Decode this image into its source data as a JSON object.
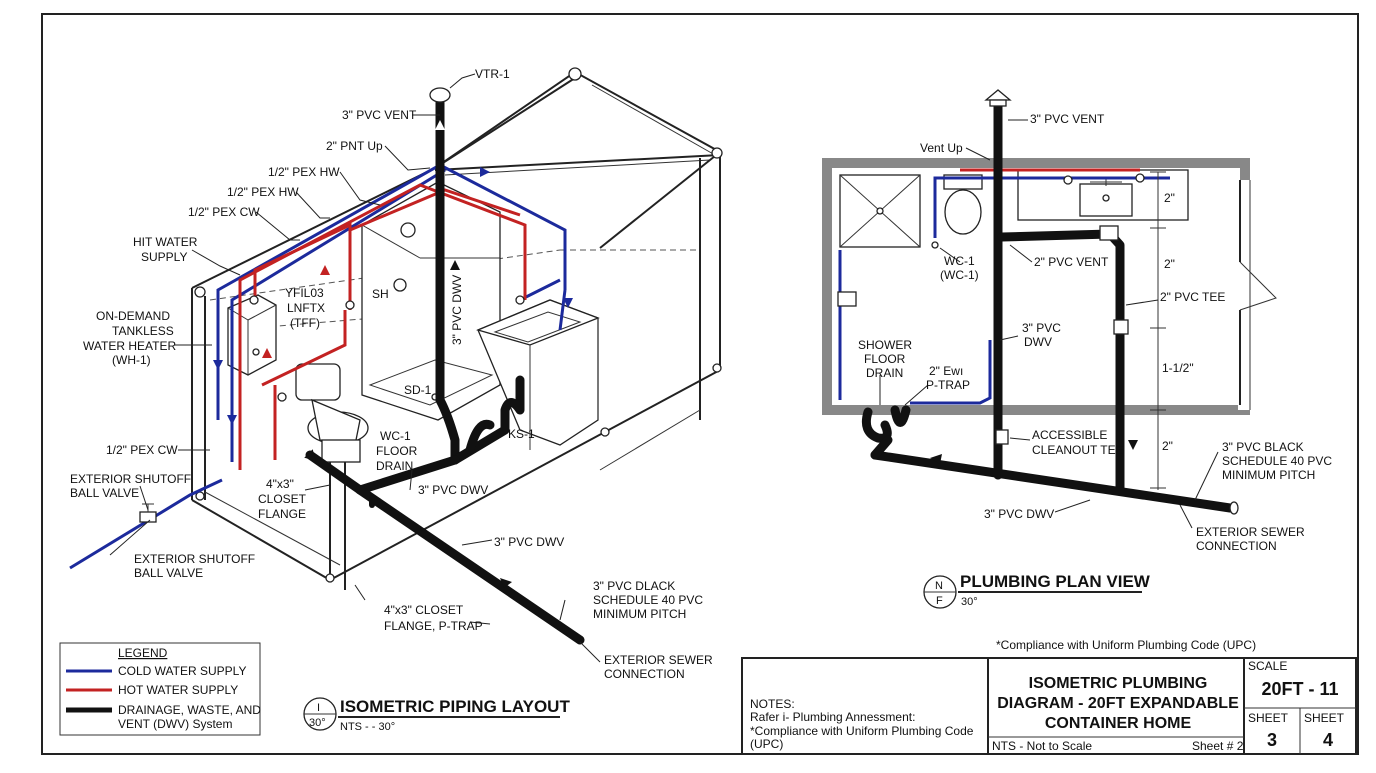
{
  "iso": {
    "labels": {
      "vtr": "VTR-1",
      "vent3": "3\" PVC VENT",
      "pnt_up": "2\" PNT Up",
      "pex_hw1": "1/2\" PEX HW",
      "pex_hw2": "1/2\" PEX HW",
      "pex_cw_top": "1/2\" PEX CW",
      "hot_supply_1": "HΙT WATER",
      "hot_supply_2": "SUPPLY",
      "heater_1": "ON-DEMAND",
      "heater_2": "TANKLESS",
      "heater_3": "WATER HEATER",
      "heater_4": "(WH-1)",
      "garbled_1": "YFIL03",
      "garbled_2": "LNFTX",
      "garbled_3": "(TFF)",
      "sh": "SH",
      "dwv_vertical": "3\" PVC DWV",
      "sd1": "SD-1",
      "wc1_floor_1": "WC-1",
      "wc1_floor_2": "FLOOR",
      "wc1_floor_3": "DRAIN",
      "ks1": "KS-1",
      "pex_cw_left": "1/2\" PEX CW",
      "shutoff_top_1": "EXTERIOR SHUTOFF",
      "shutoff_top_2": "BALL VALVE",
      "flange_1": "4\"x3\"",
      "flange_2": "CLOSET",
      "flange_3": "FLANGE",
      "dwv_mid": "3\" PVC DWV",
      "dwv_low": "3\" PVC DWV",
      "shutoff_bot_1": "EXTERIOR SHUTOFF",
      "shutoff_bot_2": "BALL VALVE",
      "ptrap_1": "4\"x3\" CLOSET",
      "ptrap_2": "FLANGE, P-TRAP",
      "black_1": "3\" PVC DLACK",
      "black_2": "SCHEDULE 40 PVC",
      "black_3": "MINIMUM PITCH",
      "sewer_1": "EXTERIOR SEWER",
      "sewer_2": "CONNECTION"
    },
    "title": "ISOMETRIC PIPING LAYOUT",
    "callout_top": "I",
    "callout_bottom": "30°",
    "scale_note": "NTS - - 30°"
  },
  "plan": {
    "labels": {
      "vent3": "3\" PVC VENT",
      "vent_up": "Vent Up",
      "wc_1": "WC-1",
      "wc_2": "(WC-1)",
      "vent2": "2\" PVC VENT",
      "dim1": "2\"",
      "dim2": "2\"",
      "dim3": "1-1/2\"",
      "dim4": "2\"",
      "tee": "2\" PVC TEE",
      "dwv_1": "3\" PVC",
      "dwv_2": "DWV",
      "shower_1": "SHOWER",
      "shower_2": "FLOOR",
      "shower_3": "DRAIN",
      "ptrap_1": "2\" Ewı",
      "ptrap_2": "P-TRAP",
      "cleanout_1": "ACCESSIBLE",
      "cleanout_2": "CLEANOUT TEE",
      "black_1": "3\" PVC BLACK",
      "black_2": "SCHEDULE 40 PVC",
      "black_3": "MINIMUM PITCH",
      "dwv_low": "3\" PVC DWV",
      "sewer_1": "EXTERIOR SEWER",
      "sewer_2": "CONNECTION"
    },
    "title": "PLUMBING PLAN VIEW",
    "callout_top": "N",
    "callout_bottom": "F",
    "scale_note": "30°"
  },
  "legend": {
    "heading": "LEGEND",
    "items": [
      {
        "label": "COLD WATER SUPPLY",
        "color": "#1c2a9c"
      },
      {
        "label": "HOT WATER SUPPLY",
        "color": "#c32222"
      },
      {
        "label": "DRAINAGE, WASTE, AND",
        "label2": "VENT (DWV) System",
        "color": "#111111"
      }
    ]
  },
  "compliance_note": "*Compliance with Uniform Plumbing Code (UPC)",
  "title_block": {
    "notes_heading": "NOTES:",
    "notes_1": "Rafer i- Plumbing Annessment:",
    "notes_2": "*Compliance with Uniform Plumbing Code",
    "notes_3": "(UPC)",
    "title_1": "ISOMETRIC PLUMBING",
    "title_2": "DIAGRAM - 20FT EXPANDABLE",
    "title_3": "CONTAINER HOME",
    "nts": "NTS - Not to Scale",
    "sheet_ref": "Sheet # 2",
    "scale_label": "SCALE",
    "scale_value": "20FT - 11",
    "sheet_label_1": "SHEET",
    "sheet_value_1": "3",
    "sheet_label_2": "SHEET",
    "sheet_value_2": "4"
  }
}
